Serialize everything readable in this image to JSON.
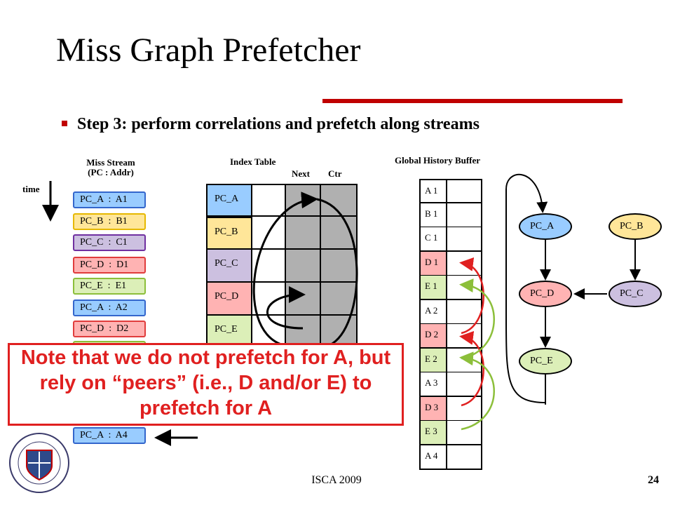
{
  "title": "Miss Graph Prefetcher",
  "bullet": "Step 3: perform correlations and prefetch along streams",
  "miss_stream": {
    "header_line1": "Miss Stream",
    "header_line2": "(PC : Addr)",
    "time_label": "time",
    "entries": [
      {
        "text": "PC_A  :  A1",
        "pc": "A"
      },
      {
        "text": "PC_B  :  B1",
        "pc": "B"
      },
      {
        "text": "PC_C  :  C1",
        "pc": "C"
      },
      {
        "text": "PC_D  :  D1",
        "pc": "D"
      },
      {
        "text": "PC_E  :  E1",
        "pc": "E"
      },
      {
        "text": "PC_A  :  A2",
        "pc": "A"
      },
      {
        "text": "PC_D  :  D2",
        "pc": "D"
      },
      {
        "text": "PC_A  :  A4",
        "pc": "A"
      }
    ]
  },
  "index_table": {
    "header": "Index Table",
    "col_next": "Next",
    "col_ctr": "Ctr",
    "rows": [
      "PC_A",
      "PC_B",
      "PC_C",
      "PC_D",
      "PC_E"
    ]
  },
  "ghb": {
    "header": "Global History Buffer",
    "entries": [
      "A 1",
      "B 1",
      "C 1",
      "D 1",
      "E 1",
      "A 2",
      "D 2",
      "E 2",
      "A 3",
      "D 3",
      "E 3",
      "A 4"
    ]
  },
  "graph": {
    "nodes": {
      "pc_a": "PC_A",
      "pc_b": "PC_B",
      "pc_c": "PC_C",
      "pc_d": "PC_D",
      "pc_e": "PC_E"
    }
  },
  "note": "Note that we do not prefetch for A, but rely on “peers” (i.e., D and/or E) to prefetch for A",
  "footer": {
    "center": "ISCA 2009",
    "page": "24"
  },
  "colors": {
    "accent": "#c00000",
    "pc_a": "#99ccff",
    "pc_b": "#ffe699",
    "pc_c": "#ccc0e0",
    "pc_d": "#ffb3b3",
    "pc_e": "#dcefb8"
  }
}
